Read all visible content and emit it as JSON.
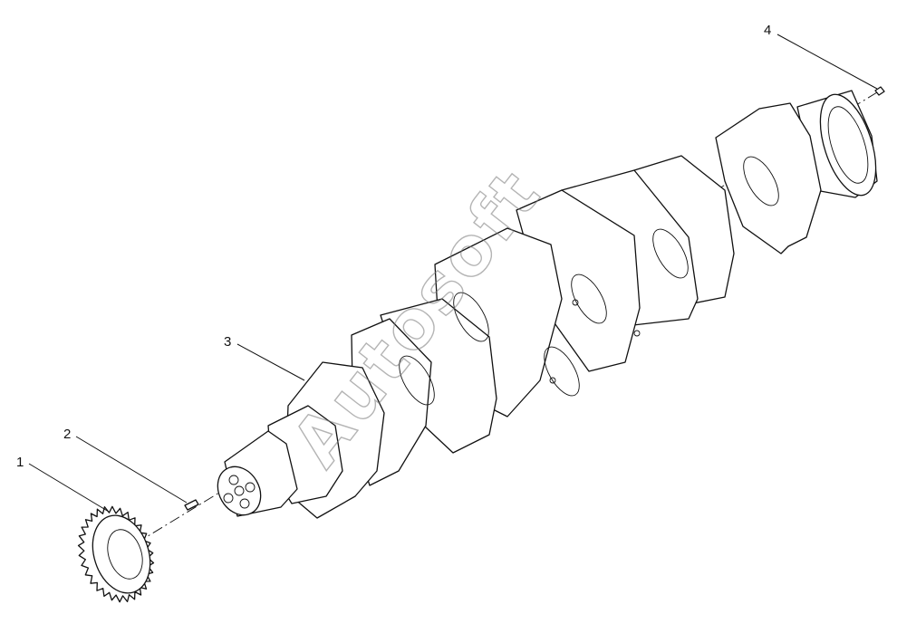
{
  "callouts": [
    {
      "id": "1",
      "label": "1"
    },
    {
      "id": "2",
      "label": "2"
    },
    {
      "id": "3",
      "label": "3"
    },
    {
      "id": "4",
      "label": "4"
    }
  ],
  "watermark": "Autosoft",
  "colors": {
    "line": "#111111",
    "background": "#ffffff",
    "watermark": "#777777"
  }
}
